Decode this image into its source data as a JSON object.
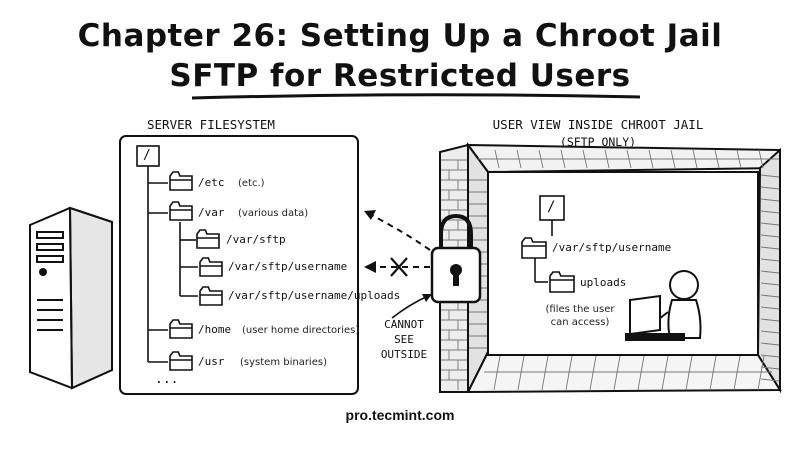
{
  "title": {
    "line1": "Chapter 26: Setting Up a Chroot Jail",
    "line2": "SFTP for Restricted Users"
  },
  "server_fs": {
    "heading": "SERVER FILESYSTEM",
    "root": "/",
    "etc": {
      "path": "/etc",
      "note": "(etc.)"
    },
    "var": {
      "path": "/var",
      "note": "(various data)"
    },
    "var_sftp": {
      "path": "/var/sftp"
    },
    "var_sftp_username": {
      "path": "/var/sftp/username"
    },
    "var_sftp_username_uploads": {
      "path": "/var/sftp/username/uploads"
    },
    "home": {
      "path": "/home",
      "note": "(user home directories)"
    },
    "usr": {
      "path": "/usr",
      "note": "(system binaries)"
    },
    "more": "..."
  },
  "jail": {
    "heading_line1": "USER VIEW INSIDE CHROOT JAIL",
    "heading_line2": "(SFTP ONLY)",
    "root": "/",
    "username": "/var/sftp/username",
    "uploads": "uploads",
    "note_line1": "(files the user",
    "note_line2": "can access)"
  },
  "lock_caption": {
    "line1": "CANNOT",
    "line2": "SEE",
    "line3": "OUTSIDE"
  },
  "footer": "pro.tecmint.com",
  "icons": [
    "server-tower-icon",
    "padlock-icon",
    "folder-icon",
    "laptop-icon",
    "user-icon",
    "brick-wall-icon"
  ]
}
